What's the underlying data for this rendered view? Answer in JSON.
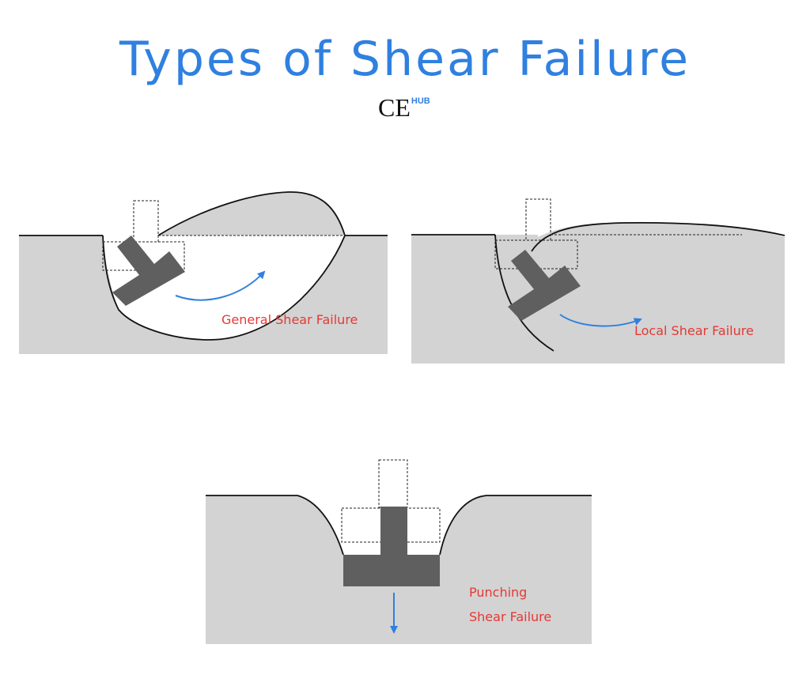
{
  "title": "Types of Shear Failure",
  "logo": {
    "main": "CE",
    "sup": "HUB"
  },
  "panels": [
    {
      "id": "general",
      "label": "General Shear Failure"
    },
    {
      "id": "local",
      "label": "Local Shear Failure"
    },
    {
      "id": "punching",
      "label_line1": "Punching",
      "label_line2": "Shear Failure"
    }
  ],
  "colors": {
    "soil": "#d3d3d3",
    "footing": "#5f5f5f",
    "arrow": "#2f80e0",
    "label": "#e53935",
    "title": "#2f80e0"
  }
}
